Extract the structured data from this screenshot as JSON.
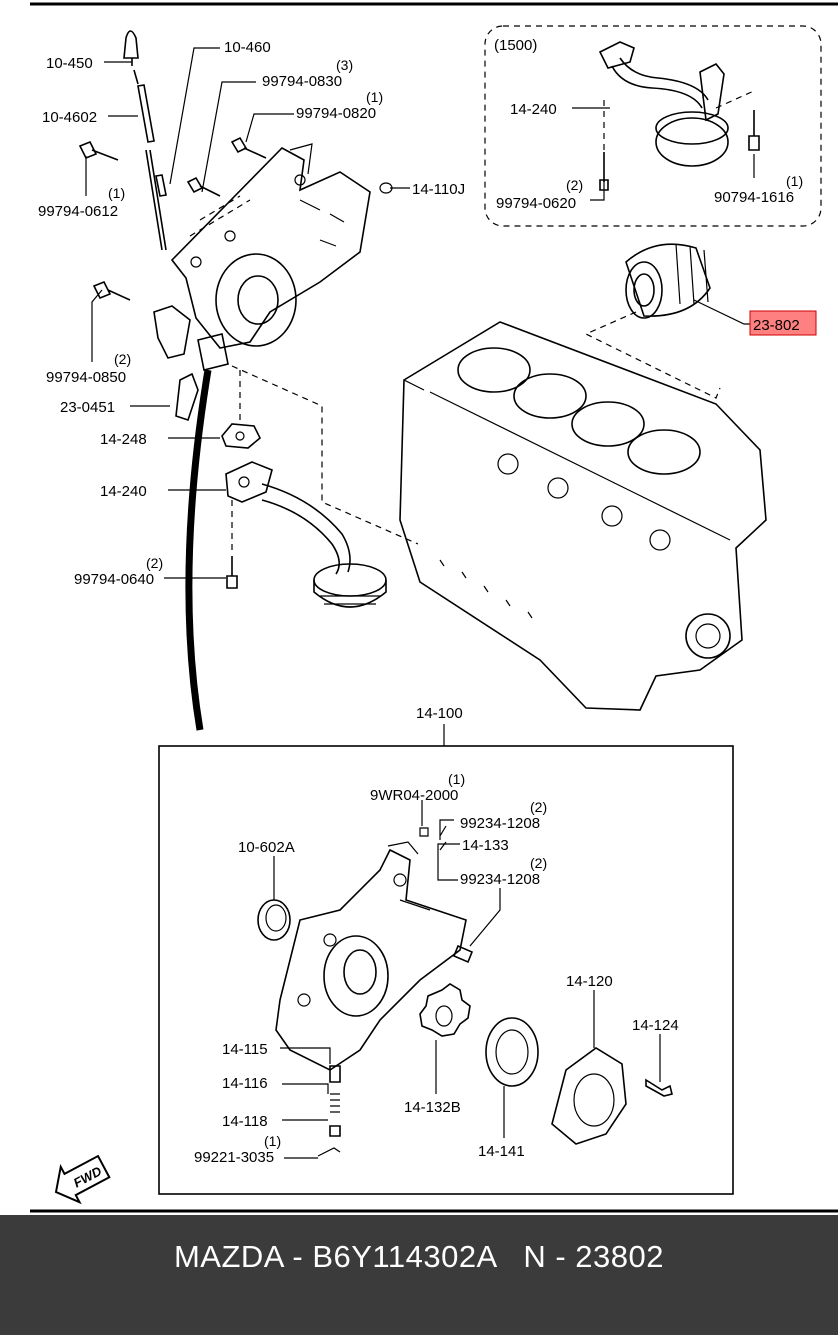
{
  "footer": {
    "text": "MAZDA - B6Y114302A   N - 23802"
  },
  "inset": {
    "label": "(1500)"
  },
  "highlight_color": "#ff8080",
  "fwd_label": "FWD",
  "labels": {
    "p10_450": "10-450",
    "p10_460": "10-460",
    "p10_4602": "10-4602",
    "p99794_0830": "99794-0830",
    "q99794_0830": "(3)",
    "p99794_0820": "99794-0820",
    "q99794_0820": "(1)",
    "p99794_0612": "99794-0612",
    "q99794_0612": "(1)",
    "p14_110J": "14-110J",
    "p99794_0850": "99794-0850",
    "q99794_0850": "(2)",
    "p23_0451": "23-0451",
    "p14_248": "14-248",
    "p14_240": "14-240",
    "p99794_0640": "99794-0640",
    "q99794_0640": "(2)",
    "p14_240_inset": "14-240",
    "p99794_0620": "99794-0620",
    "q99794_0620": "(2)",
    "p90794_1616": "90794-1616",
    "q90794_1616": "(1)",
    "p23_802": "23-802",
    "p14_100": "14-100",
    "p9WR04_2000": "9WR04-2000",
    "q9WR04_2000": "(1)",
    "p99234_1208a": "99234-1208",
    "q99234_1208a": "(2)",
    "p14_133": "14-133",
    "p99234_1208b": "99234-1208",
    "q99234_1208b": "(2)",
    "p10_602A": "10-602A",
    "p14_120": "14-120",
    "p14_124": "14-124",
    "p14_115": "14-115",
    "p14_116": "14-116",
    "p14_118": "14-118",
    "p99221_3035": "99221-3035",
    "q99221_3035": "(1)",
    "p14_132B": "14-132B",
    "p14_141": "14-141"
  }
}
